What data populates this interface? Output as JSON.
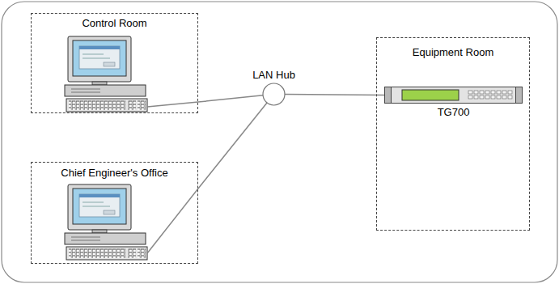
{
  "diagram": {
    "nodes": [
      {
        "text": [
          "Control Room"
        ]
      },
      {
        "text": [
          "LAN Hub"
        ]
      },
      {
        "text": [
          "Equipment Room"
        ]
      },
      {
        "text": [
          "TG700"
        ],
        "in": 2
      },
      {
        "text": [
          "Chief Engineer's Office"
        ]
      }
    ],
    "edges": [
      {
        "from": 0,
        "to": 1,
        "arrow": "none"
      },
      {
        "from": 4,
        "to": 1,
        "arrow": "none"
      },
      {
        "from": 1,
        "to": 3,
        "arrow": "none"
      }
    ]
  }
}
